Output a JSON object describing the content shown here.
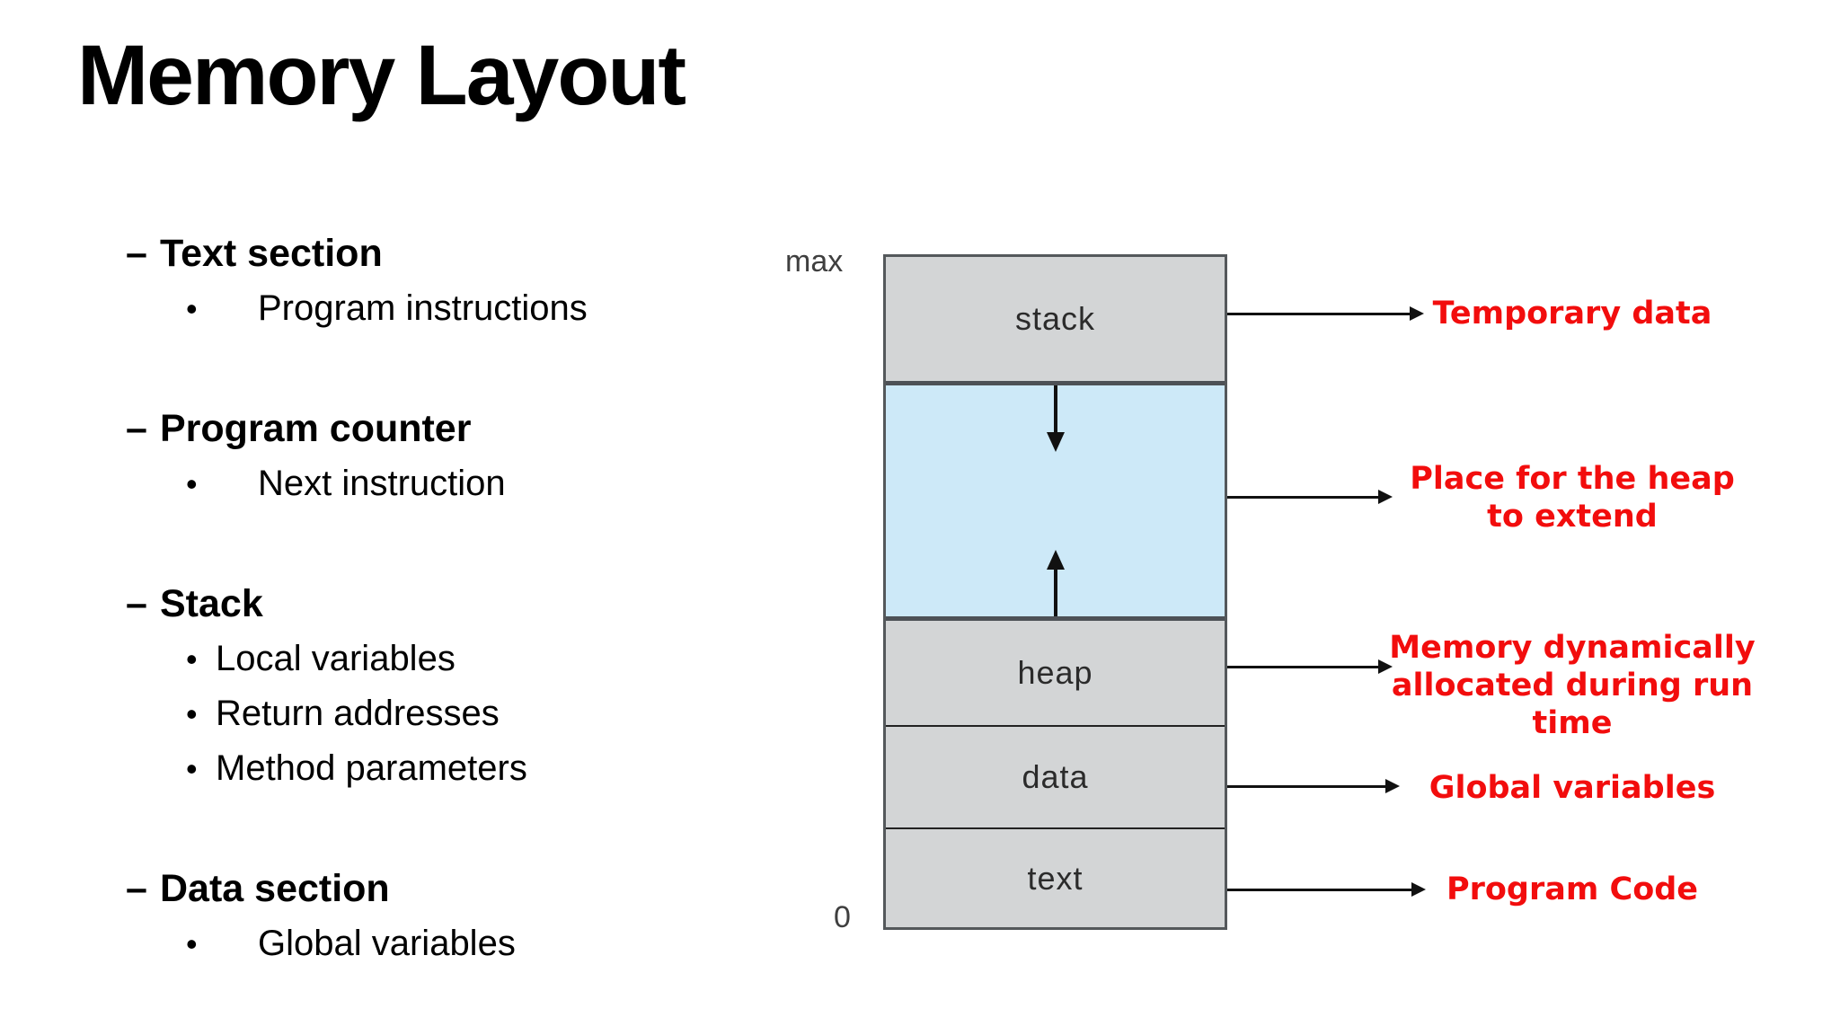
{
  "title": "Memory Layout",
  "outline": {
    "dash_marker": "–",
    "bullet_marker": "•",
    "sections": [
      {
        "heading": "Text section",
        "bullets": [
          {
            "text": "Program instructions"
          }
        ]
      },
      {
        "heading": "Program counter",
        "bullets": [
          {
            "text": "Next instruction"
          }
        ]
      },
      {
        "heading": "Stack",
        "bullets": [
          {
            "text": "Local variables"
          },
          {
            "text": "Return addresses"
          },
          {
            "text": "Method parameters"
          }
        ]
      },
      {
        "heading": "Data section",
        "bullets": [
          {
            "text": "Global variables"
          }
        ]
      }
    ]
  },
  "diagram": {
    "top_label": "max",
    "bottom_label": "0",
    "rows": [
      {
        "name": "stack",
        "label": "stack"
      },
      {
        "name": "hole",
        "label": ""
      },
      {
        "name": "heap",
        "label": "heap"
      },
      {
        "name": "data",
        "label": "data"
      },
      {
        "name": "text",
        "label": "text"
      }
    ],
    "colors": {
      "block_gray": "#d3d5d6",
      "hole_blue": "#cde9f8",
      "border_dark": "#54585b",
      "arrow_black": "#111111"
    }
  },
  "annotations": [
    {
      "lines": [
        "Temporary data"
      ]
    },
    {
      "lines": [
        "Place for the heap",
        "to extend"
      ]
    },
    {
      "lines": [
        "Memory dynamically",
        "allocated during run",
        "time"
      ]
    },
    {
      "lines": [
        "Global variables"
      ]
    },
    {
      "lines": [
        "Program Code"
      ]
    }
  ],
  "annotation_color": "#f20d0d"
}
